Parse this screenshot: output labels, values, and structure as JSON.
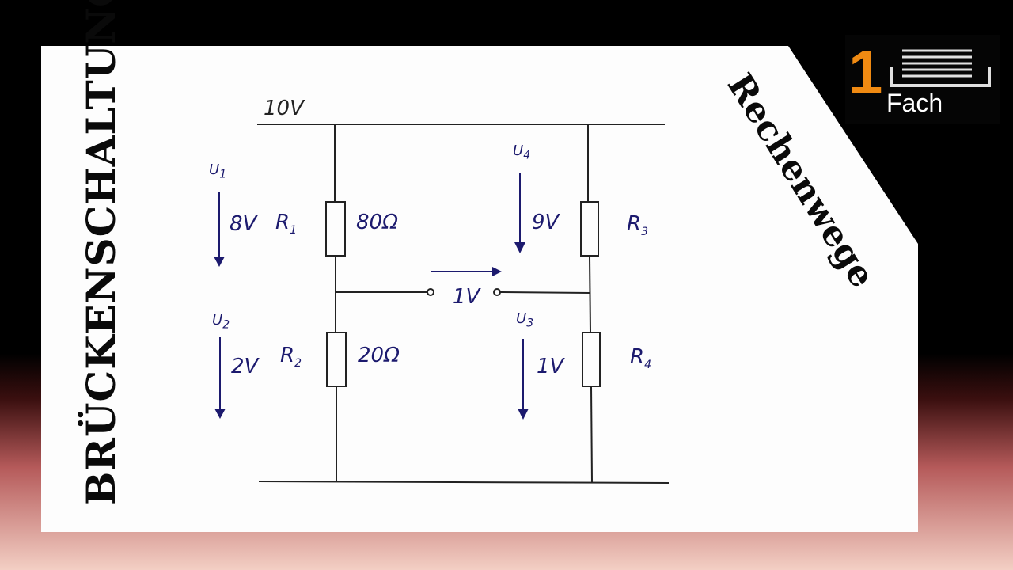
{
  "title_vertical": "BRÜCKENSCHALTUNG",
  "title_diagonal": "Rechenwege",
  "logo": {
    "number": "1",
    "word": "Fach"
  },
  "circuit": {
    "supply": "10V",
    "u1": {
      "name": "U",
      "sub": "1",
      "value": "8V"
    },
    "u2": {
      "name": "U",
      "sub": "2",
      "value": "2V"
    },
    "u3": {
      "name": "U",
      "sub": "3",
      "value": "1V"
    },
    "u4": {
      "name": "U",
      "sub": "4",
      "value": "9V"
    },
    "bridge_voltage": "1V",
    "r1": {
      "name": "R",
      "sub": "1",
      "value": "80Ω"
    },
    "r2": {
      "name": "R",
      "sub": "2",
      "value": "20Ω"
    },
    "r3": {
      "name": "R",
      "sub": "3"
    },
    "r4": {
      "name": "R",
      "sub": "4"
    }
  },
  "colors": {
    "ink": "#1c1a6e",
    "logo_accent": "#f08a12",
    "paper": "#ffffff"
  }
}
